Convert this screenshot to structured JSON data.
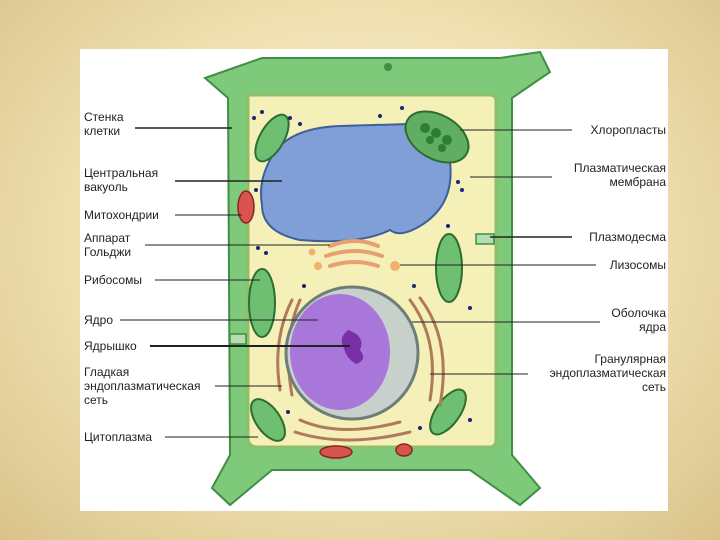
{
  "diagram": {
    "colors": {
      "background": "#efe0b0",
      "panel": "#ffffff",
      "cell_wall": "#7ec97a",
      "cell_wall_edge": "#3f8f44",
      "cytoplasm": "#f5efb8",
      "vacuole": "#7f9fd6",
      "nucleus": "#a877d9",
      "nucleolus": "#7a2ea8",
      "chloroplast": "#6fbf73",
      "mitochondria": "#d9534f",
      "golgi": "#e8a070",
      "er": "#b07a5a"
    },
    "labels_left": [
      {
        "key": "cell_wall",
        "text": "Стенка\nклетки"
      },
      {
        "key": "central_vacuole",
        "text": "Центральная\nвакуоль"
      },
      {
        "key": "mitochondria",
        "text": "Митохондрии"
      },
      {
        "key": "golgi",
        "text": "Аппарат\nГольджи"
      },
      {
        "key": "ribosomes",
        "text": "Рибосомы"
      },
      {
        "key": "nucleus",
        "text": "Ядро"
      },
      {
        "key": "nucleolus",
        "text": "Ядрышко"
      },
      {
        "key": "smooth_er",
        "text": "Гладкая\nэндоплазматическая\nсеть"
      },
      {
        "key": "cytoplasm",
        "text": "Цитоплазма"
      }
    ],
    "labels_right": [
      {
        "key": "chloroplasts",
        "text": "Хлоропласты"
      },
      {
        "key": "plasma_membrane",
        "text": "Плазматическая\nмембрана"
      },
      {
        "key": "plasmodesma",
        "text": "Плазмодесма"
      },
      {
        "key": "lysosomes",
        "text": "Лизосомы"
      },
      {
        "key": "nuclear_envelope",
        "text": "Оболочка\nядра"
      },
      {
        "key": "rough_er",
        "text": "Гранулярная\nэндоплазматическая\nсеть"
      }
    ]
  }
}
